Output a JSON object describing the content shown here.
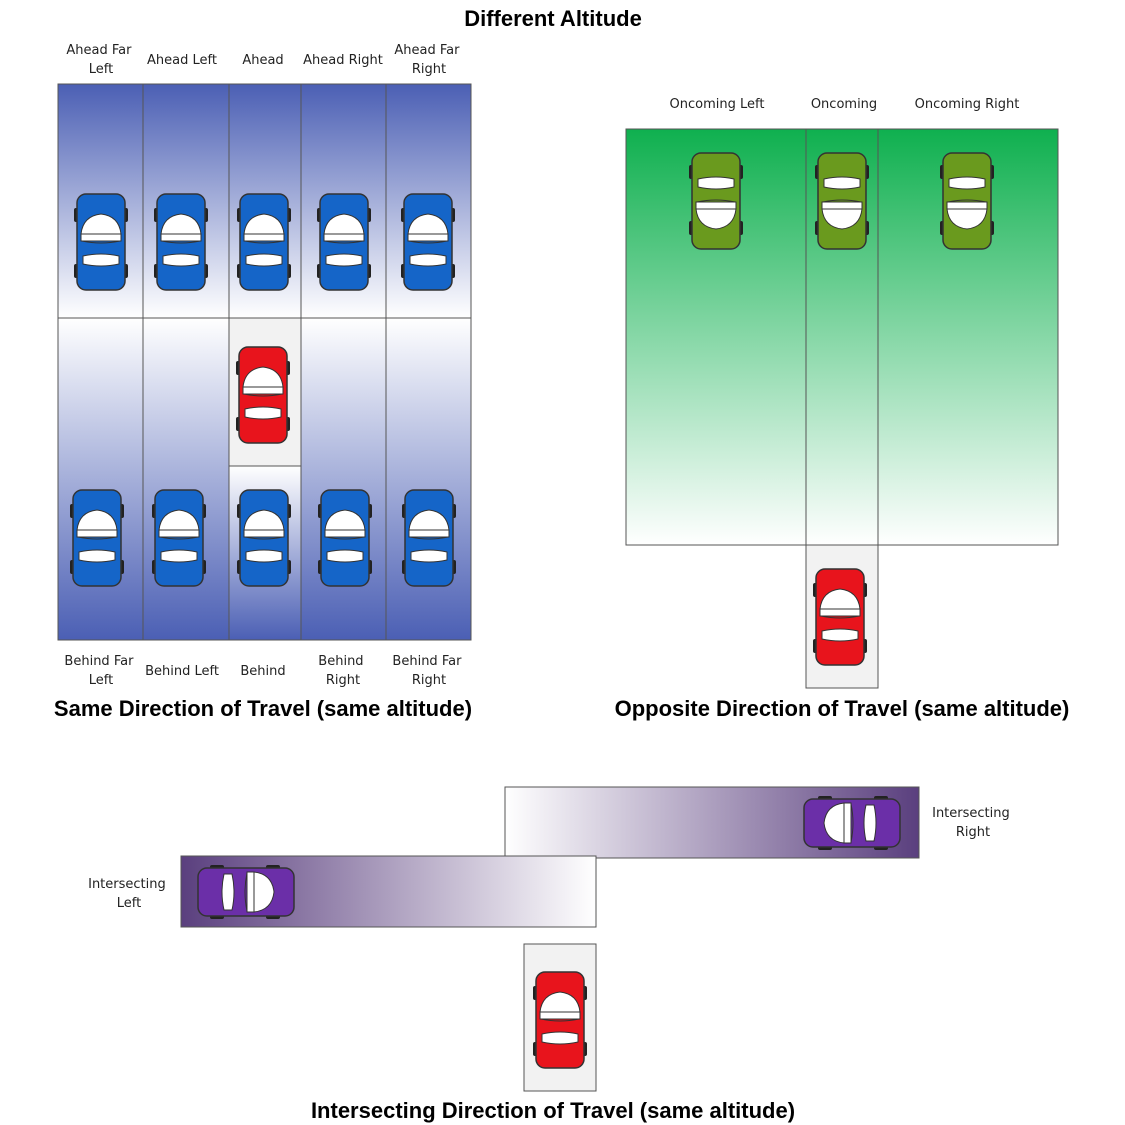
{
  "top_title": "Different Altitude",
  "same_direction": {
    "caption": "Same Direction of Travel (same altitude)",
    "ahead_labels": [
      [
        "Ahead Far",
        "Left"
      ],
      [
        "Ahead Left"
      ],
      [
        "Ahead"
      ],
      [
        "Ahead Right"
      ],
      [
        "Ahead Far",
        "Right"
      ]
    ],
    "behind_labels": [
      [
        "Behind Far",
        "Left"
      ],
      [
        "Behind Left"
      ],
      [
        "Behind"
      ],
      [
        "Behind",
        "Right"
      ],
      [
        "Behind Far",
        "Right"
      ]
    ]
  },
  "opposite_direction": {
    "caption": "Opposite Direction of Travel (same altitude)",
    "labels": [
      "Oncoming Left",
      "Oncoming",
      "Oncoming Right"
    ]
  },
  "intersecting_direction": {
    "caption": "Intersecting Direction of Travel (same altitude)",
    "right_label": [
      "Intersecting",
      "Right"
    ],
    "left_label": [
      "Intersecting",
      "Left"
    ]
  },
  "colors": {
    "own_vehicle": "#e8141c",
    "same_direction_vehicles": "#1565c8",
    "oncoming_vehicles": "#6a9a1e",
    "intersecting_vehicles": "#6b2fa8",
    "same_direction_zone": "#4b5fb4",
    "oncoming_zone": "#0fb04f",
    "intersecting_zone": "#5a3f7e"
  }
}
